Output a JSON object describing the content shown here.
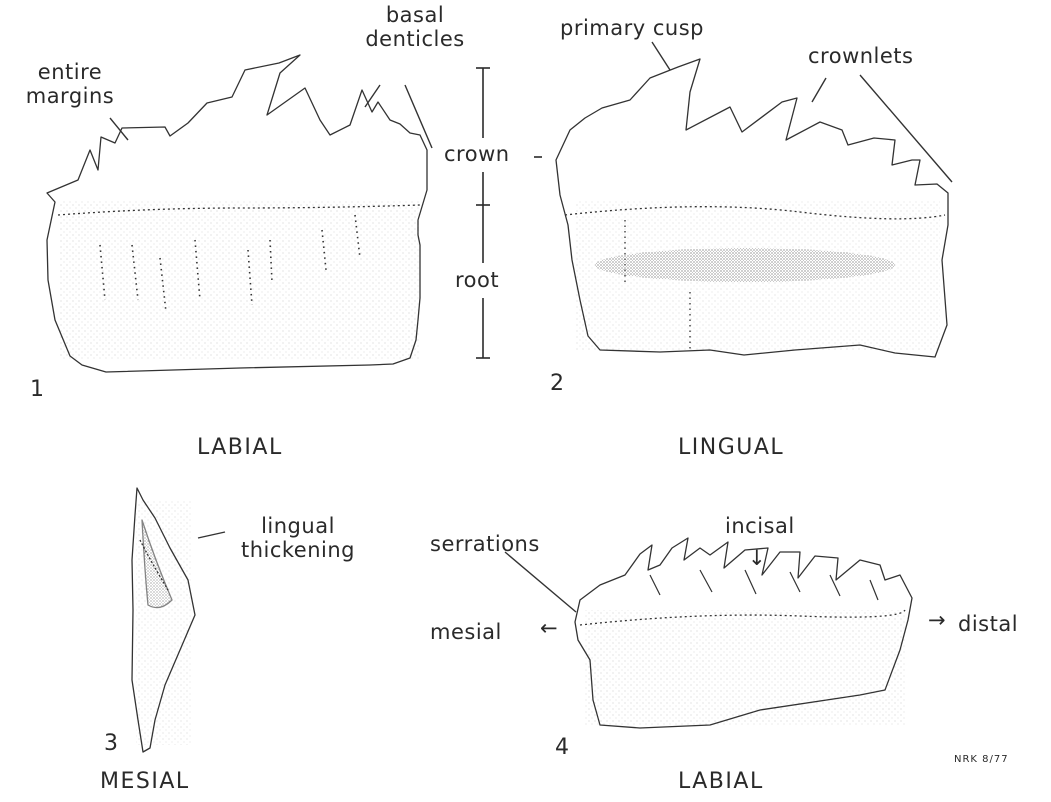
{
  "figures": [
    {
      "number": "1",
      "view": "LABIAL"
    },
    {
      "number": "2",
      "view": "LINGUAL"
    },
    {
      "number": "3",
      "view": "MESIAL"
    },
    {
      "number": "4",
      "view": "LABIAL"
    }
  ],
  "labels": {
    "entire_margins": "entire margins",
    "basal_denticles": "basal denticles",
    "crown": "crown",
    "root": "root",
    "primary_cusp": "primary cusp",
    "crownlets": "crownlets",
    "lingual_thickening": "lingual thickening",
    "serrations": "serrations",
    "incisal": "incisal",
    "mesial": "mesial",
    "distal": "distal",
    "mesial_arrow": "←",
    "distal_arrow": "→",
    "incisal_arrow": "↓"
  },
  "signature": "NRK 8/77",
  "colors": {
    "ink": "#2a2a2a",
    "background": "#ffffff"
  }
}
